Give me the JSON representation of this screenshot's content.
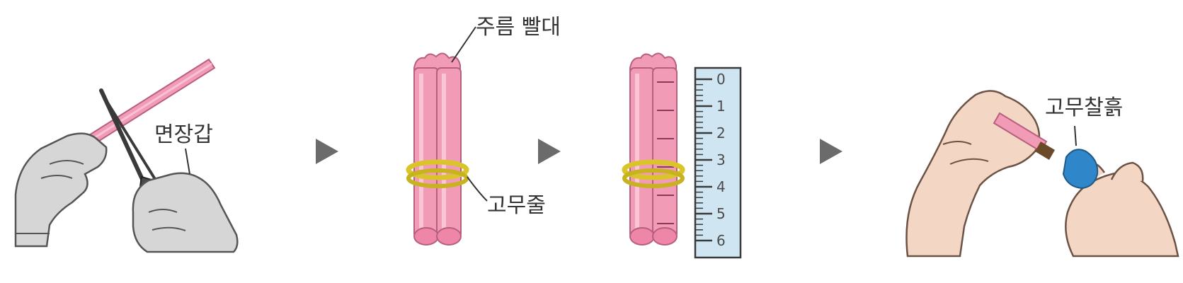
{
  "labels": {
    "gloves": "면장갑",
    "wrinkled_straw": "주름 빨대",
    "rubber_band": "고무줄",
    "rubber_clay": "고무찰흙"
  },
  "ruler": {
    "ticks": [
      "0",
      "1",
      "2",
      "3",
      "4",
      "5",
      "6"
    ]
  },
  "colors": {
    "straw_pink": "#f29bb6",
    "rubber_band_yellow": "#d9c52a",
    "ruler_blue": "#cfe6f2",
    "clay_blue": "#2f86c9",
    "arrow_gray": "#6b6b6b",
    "glove_gray": "#d6d6d6",
    "skin": "#f3d6c4"
  }
}
